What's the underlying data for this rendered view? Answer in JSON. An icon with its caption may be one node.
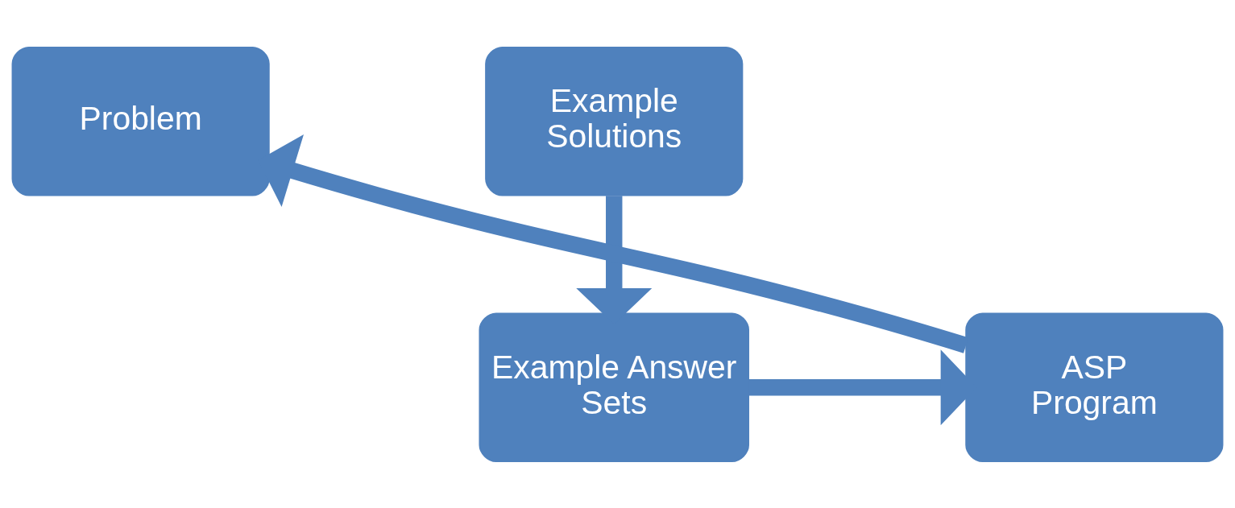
{
  "diagram": {
    "nodes": [
      {
        "text": [
          "Problem"
        ]
      },
      {
        "text": [
          "Example Solutions"
        ]
      },
      {
        "text": [
          "Example Answer Sets"
        ]
      },
      {
        "text": [
          "ASP Program"
        ]
      }
    ],
    "edges": [
      {
        "from": 1,
        "to": 2,
        "arrow": "to"
      },
      {
        "from": 2,
        "to": 3,
        "arrow": "to"
      },
      {
        "from": 3,
        "to": 0,
        "arrow": "to"
      }
    ]
  }
}
